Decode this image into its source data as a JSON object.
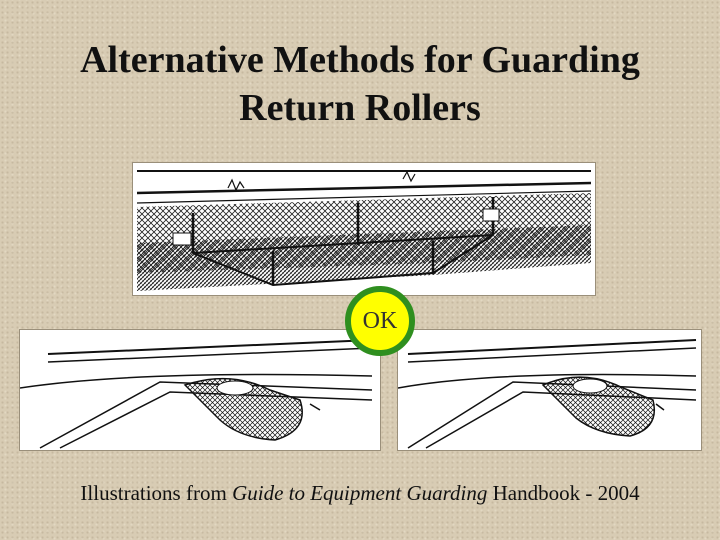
{
  "slide": {
    "title_line1": "Alternative Methods for Guarding",
    "title_line2": "Return Rollers",
    "badge_text": "OK",
    "caption_prefix": "Illustrations from ",
    "caption_title": "Guide to Equipment Guarding",
    "caption_suffix": " Handbook - 2004"
  },
  "colors": {
    "background": "#d8ccb4",
    "badge_fill": "#ffff00",
    "badge_ring": "#2f8f1f"
  },
  "icons": [
    "roller-guard-illustration-top",
    "roller-guard-illustration-left",
    "roller-guard-illustration-right"
  ]
}
